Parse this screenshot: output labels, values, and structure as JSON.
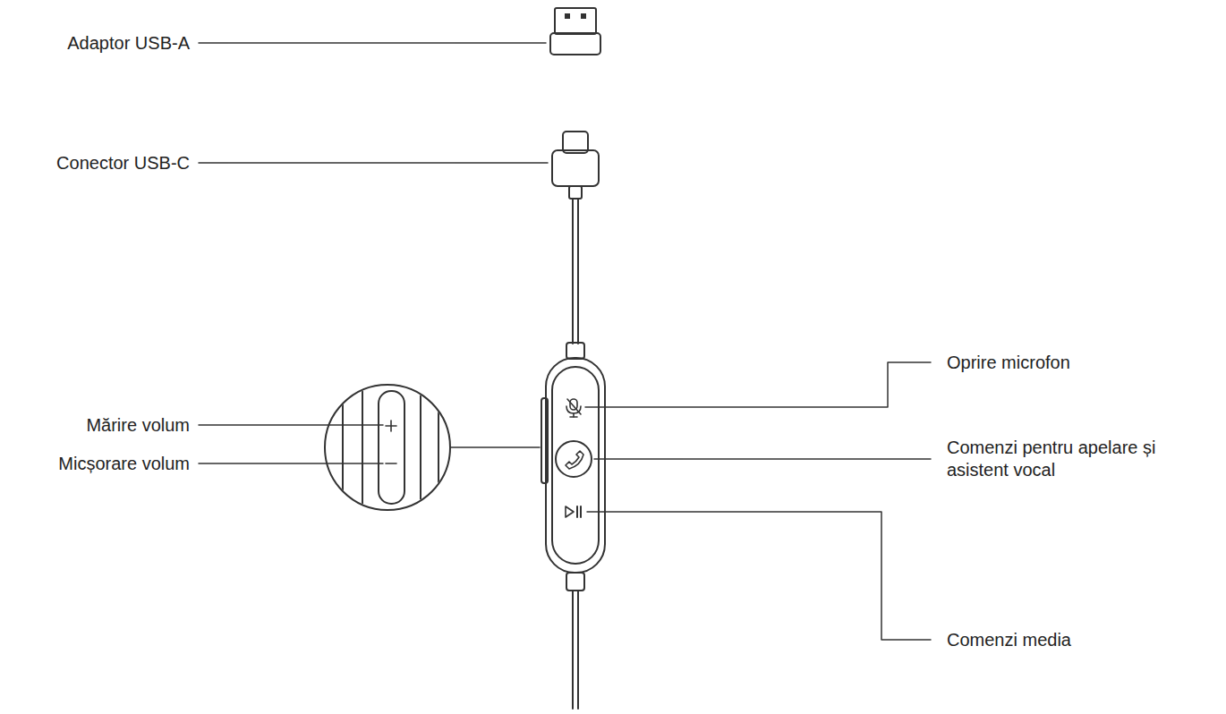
{
  "diagram": {
    "labels": [
      "Adaptor USB-A",
      "Conector USB-C",
      "Oprire microfon",
      "Mărire volum",
      "Comenzi pentru apelare și asistent vocal",
      "Micșorare volum",
      "Comenzi media"
    ]
  }
}
